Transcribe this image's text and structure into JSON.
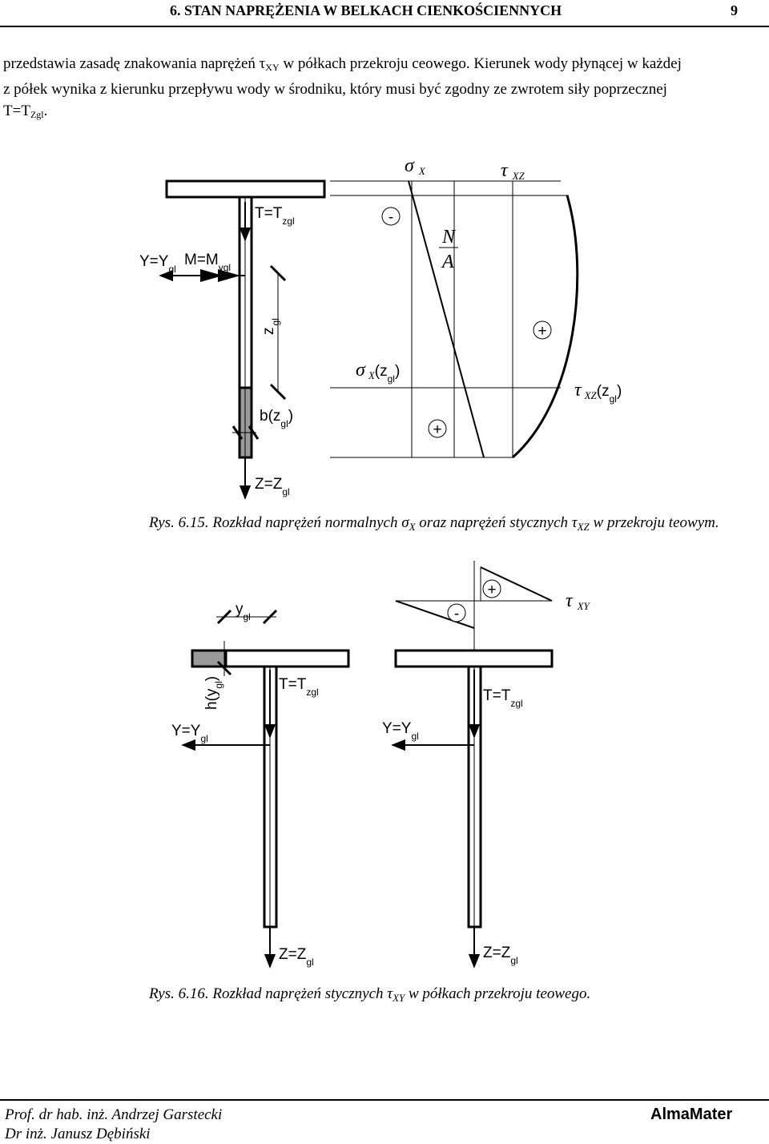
{
  "header": {
    "title": "6. STAN NAPRĘŻENIA W BELKACH CIENKOŚCIENNYCH",
    "page_number": "9"
  },
  "paragraph": {
    "line1_a": "przedstawia zasadę znakowania naprężeń τ",
    "line1_sub": "XY",
    "line1_b": " w półkach przekroju ceowego. Kierunek wody płynącej w każdej",
    "line2": "z półek wynika z kierunku przepływu wody w środniku, który musi być zgodny ze zwrotem siły poprzecznej",
    "line3_a": "T=T",
    "line3_sub": "Zgl",
    "line3_b": "."
  },
  "figure_615": {
    "sigma_head": "σ",
    "sigma_head_sub": "X",
    "tau_head": "τ",
    "tau_head_sub": "XZ",
    "minus": "-",
    "plus": "+",
    "N": "N",
    "A": "A",
    "T_label": "T=T",
    "T_sub": "zgl",
    "Y_label": "Y=Y",
    "Y_sub": "gl",
    "M_label": "M=M",
    "M_sub": "ygl",
    "z_label": "z",
    "z_sub": "gl",
    "sigma_z": "σ",
    "sigma_z_sub": "X",
    "sigma_z_arg": "(z",
    "sigma_z_arg_sub": "gl",
    "close": ")",
    "b_label": "b(z",
    "b_sub": "gl",
    "tau_z": "τ",
    "tau_z_sub": "XZ",
    "tau_z_arg": "(z",
    "tau_z_arg_sub": "gl",
    "Z_label": "Z=Z",
    "Z_sub": "gl",
    "caption_a": "Rys. 6.15. Rozkład naprężeń normalnych σ",
    "caption_sub1": "X",
    "caption_b": " oraz naprężeń stycznych τ",
    "caption_sub2": "XZ",
    "caption_c": " w przekroju teowym."
  },
  "figure_616": {
    "y_label": "y",
    "y_sub": "gl",
    "minus": "-",
    "plus": "+",
    "tau_label": "τ",
    "tau_sub": "XY",
    "h_label": "h(y",
    "h_sub": "gl",
    "close": ")",
    "T_label_left": "T=T",
    "T_sub_left": "zgl",
    "T_label_right": "T=T",
    "T_sub_right": "zgl",
    "Y_label_left": "Y=Y",
    "Y_sub_left": "gl",
    "Y_label_right": "Y=Y",
    "Y_sub_right": "gl",
    "Z_label_left": "Z=Z",
    "Z_sub_left": "gl",
    "Z_label_right": "Z=Z",
    "Z_sub_right": "gl",
    "caption_a": "Rys. 6.16. Rozkład naprężeń stycznych τ",
    "caption_sub": "XY",
    "caption_b": " w półkach przekroju teowego."
  },
  "footer": {
    "author1": "Prof. dr hab. inż. Andrzej Garstecki",
    "author2": "Dr inż. Janusz Dębiński",
    "brand": "AlmaMater"
  }
}
